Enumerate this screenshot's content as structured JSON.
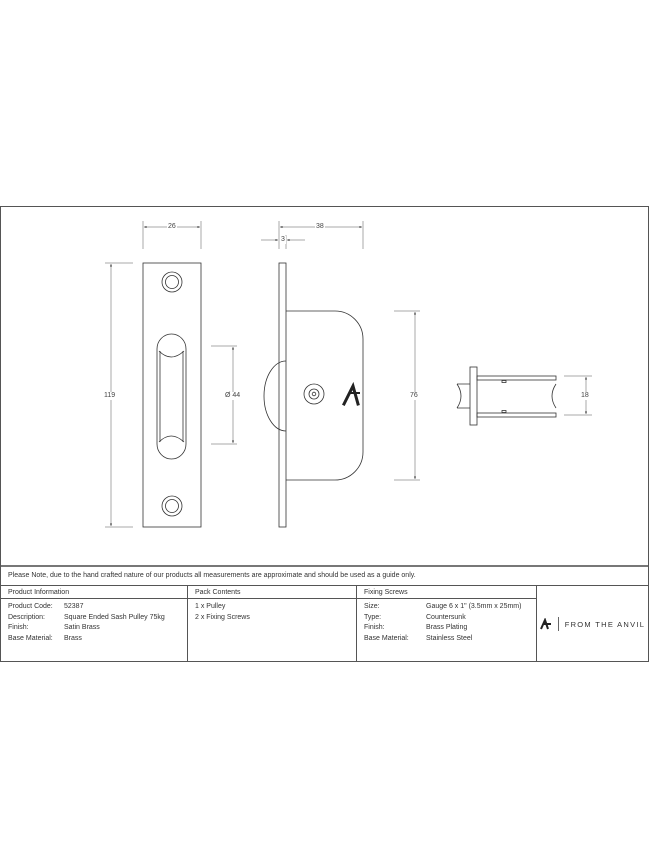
{
  "dimensions": {
    "width": "26",
    "depth": "38",
    "plate": "3",
    "height": "119",
    "wheel": "Ø 44",
    "body": "76",
    "thickness": "18"
  },
  "note": "Please Note, due to the hand crafted nature of our products all measurements are approximate and should be used as a guide only.",
  "product_info": {
    "header": "Product Information",
    "rows": [
      {
        "label": "Product Code:",
        "value": "52387"
      },
      {
        "label": "Description:",
        "value": "Square Ended Sash Pulley 75kg"
      },
      {
        "label": "Finish:",
        "value": "Satin Brass"
      },
      {
        "label": "Base Material:",
        "value": "Brass"
      }
    ]
  },
  "pack_contents": {
    "header": "Pack Contents",
    "items": [
      "1 x Pulley",
      "2 x Fixing Screws"
    ]
  },
  "fixing_screws": {
    "header": "Fixing Screws",
    "rows": [
      {
        "label": "Size:",
        "value": "Gauge 6 x 1\" (3.5mm x 25mm)"
      },
      {
        "label": "Type:",
        "value": "Countersunk"
      },
      {
        "label": "Finish:",
        "value": "Brass Plating"
      },
      {
        "label": "Base Material:",
        "value": "Stainless Steel"
      }
    ]
  },
  "brand": {
    "name": "FROM THE ANVIL",
    "icon": "anvil-logo-icon"
  }
}
